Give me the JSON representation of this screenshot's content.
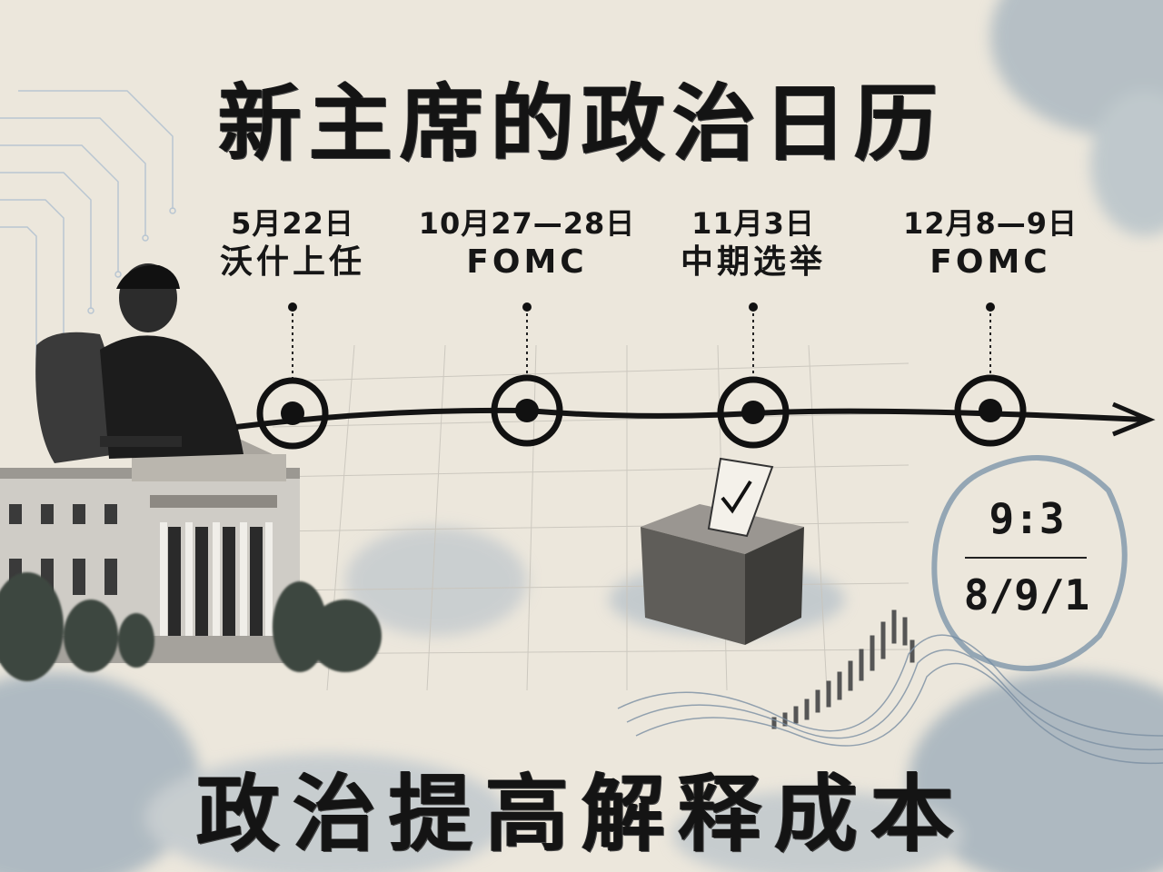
{
  "title": "新主席的政治日历",
  "subtitle": "政治提高解释成本",
  "timeline": {
    "events": [
      {
        "date": "5月22日",
        "label": "沃什上任"
      },
      {
        "date": "10月27—28日",
        "label": "FOMC"
      },
      {
        "date": "11月3日",
        "label": "中期选举"
      },
      {
        "date": "12月8—9日",
        "label": "FOMC"
      }
    ]
  },
  "vote_ratio": {
    "top": "9:3",
    "bottom": "8/9/1"
  },
  "colors": {
    "ink": "#151515",
    "paper": "#ece7dc",
    "wash": "#6f8aa3"
  }
}
